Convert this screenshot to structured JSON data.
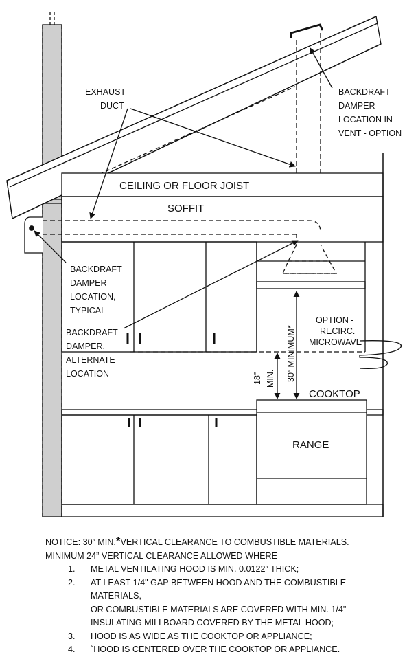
{
  "diagram": {
    "exhaust_duct": [
      "EXHAUST",
      "DUCT"
    ],
    "backdraft_vent": [
      "BACKDRAFT",
      "DAMPER",
      "LOCATION IN",
      "VENT - OPTION"
    ],
    "ceiling_joist": "CEILING OR FLOOR JOIST",
    "soffit": "SOFFIT",
    "backdraft_typical": [
      "BACKDRAFT",
      "DAMPER",
      "LOCATION,",
      "TYPICAL"
    ],
    "backdraft_alternate": [
      "BACKDRAFT",
      "DAMPER,",
      "ALTERNATE",
      "LOCATION"
    ],
    "option_microwave": [
      "OPTION -",
      "RECIRC.",
      "MICROWAVE"
    ],
    "dim_18": [
      "18”",
      "MIN."
    ],
    "dim_30": "30” MINIMUM*",
    "cooktop": "COOKTOP",
    "range": "RANGE"
  },
  "notice": {
    "line1_a": "NOTICE:  30” MIN.",
    "line1_star": "*",
    "line1_b": "VERTICAL CLEARANCE TO COMBUSTIBLE MATERIALS.",
    "line2": "MINIMUM 24” VERTICAL CLEARANCE ALLOWED WHERE",
    "items": [
      {
        "num": "1.",
        "text": "METAL VENTILATING HOOD IS MIN. 0.0122” THICK;"
      },
      {
        "num": "2.",
        "text": "AT LEAST 1/4\" GAP BETWEEN HOOD AND THE COMBUSTIBLE"
      }
    ],
    "item2_cont": [
      "MATERIALS,",
      "OR COMBUSTIBLE MATERIALS ARE COVERED WITH MIN. 1/4\"",
      "INSULATING MILLBOARD COVERED BY THE METAL HOOD;"
    ],
    "items_b": [
      {
        "num": "3.",
        "text": "HOOD IS AS WIDE AS THE COOKTOP OR APPLIANCE;"
      },
      {
        "num": "4.",
        "text": "`HOOD IS CENTERED OVER THE COOKTOP OR APPLIANCE."
      }
    ]
  }
}
